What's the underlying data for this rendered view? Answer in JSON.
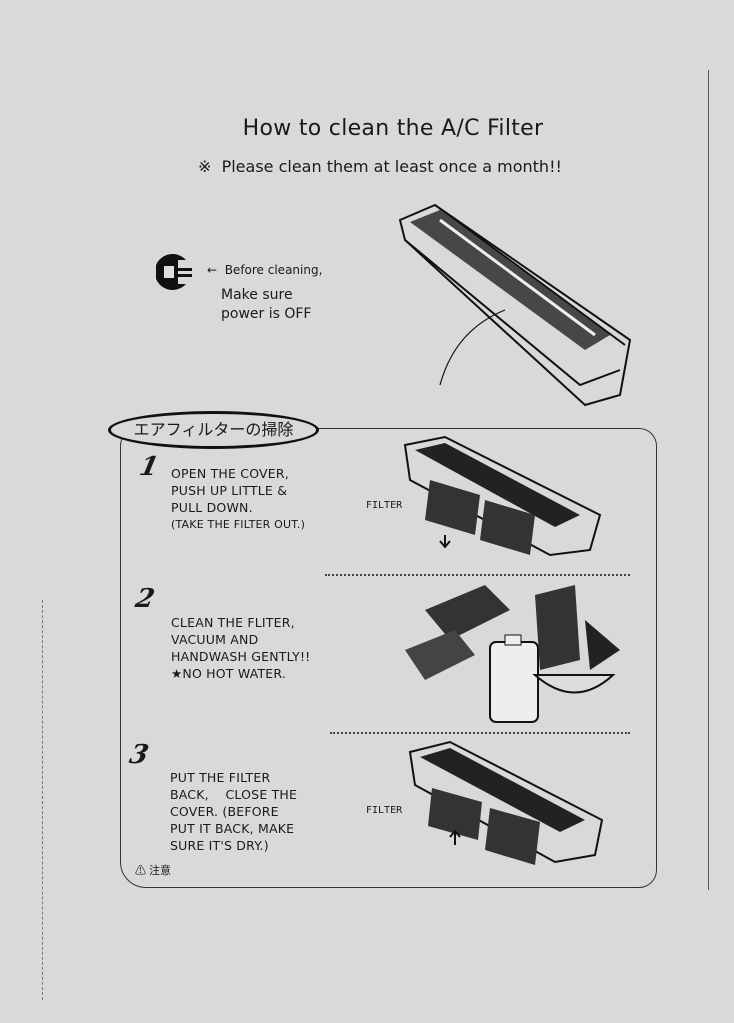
{
  "title": "How to clean the A/C Filter",
  "subtitle": {
    "mark": "※",
    "text": "Please clean them at least once a month!!"
  },
  "power_note": {
    "arrow": "←",
    "line1": "Before cleaning,",
    "line2": "Make sure",
    "line3": "power is OFF"
  },
  "section_label": "エアフィルターの掃除",
  "steps": [
    {
      "number": "1",
      "lines": [
        "OPEN THE COVER,",
        "PUSH UP LITTLE &",
        "PULL DOWN."
      ],
      "note": "(TAKE THE FILTER OUT.)",
      "figure_label": "FILTER"
    },
    {
      "number": "2",
      "lines": [
        "CLEAN THE FLITER,",
        "VACUUM AND",
        "HANDWASH GENTLY!!",
        "★NO HOT WATER."
      ]
    },
    {
      "number": "3",
      "lines": [
        "PUT THE FILTER",
        "BACK,    CLOSE THE",
        "COVER. (BEFORE",
        "PUT IT BACK, MAKE",
        "SURE IT'S DRY.)"
      ],
      "figure_label": "FILTER"
    }
  ],
  "caution": {
    "icon": "warning-triangle-icon",
    "text": "注意"
  }
}
